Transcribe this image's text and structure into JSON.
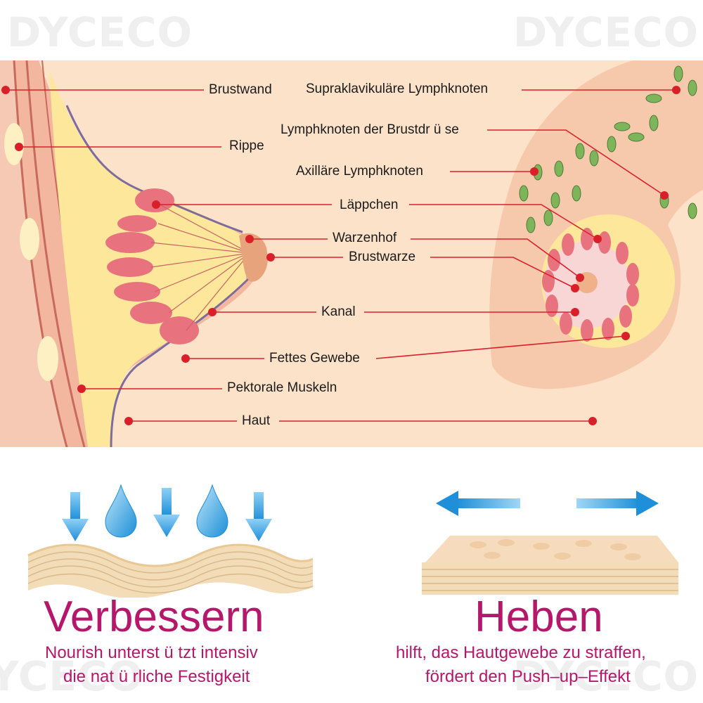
{
  "watermark": "DYCECO",
  "labels": {
    "brustwand": "Brustwand",
    "rippe": "Rippe",
    "supraklavikulaere": "Supraklavikuläre Lymphknoten",
    "lymph_brustdruese": "Lymphknoten der Brustdr ü se",
    "axillaere": "Axilläre Lymphknoten",
    "laeppchen": "Läppchen",
    "warzenhof": "Warzenhof",
    "brustwarze": "Brustwarze",
    "kanal": "Kanal",
    "fettes_gewebe": "Fettes Gewebe",
    "pektorale": "Pektorale Muskeln",
    "haut": "Haut"
  },
  "left_panel": {
    "headline": "Verbessern",
    "line1": "Nourish unterst ü tzt intensiv",
    "line2": "die nat ü rliche Festigkeit"
  },
  "right_panel": {
    "headline": "Heben",
    "line1": "hilft, das Hautgewebe zu straffen,",
    "line2": "fördert den Push–up–Effekt"
  },
  "colors": {
    "accent": "#b5176b",
    "marker": "#d9202a",
    "skin": "#fbe2c8",
    "blue": "#2a9ee0",
    "leaf": "#7fb55a"
  }
}
